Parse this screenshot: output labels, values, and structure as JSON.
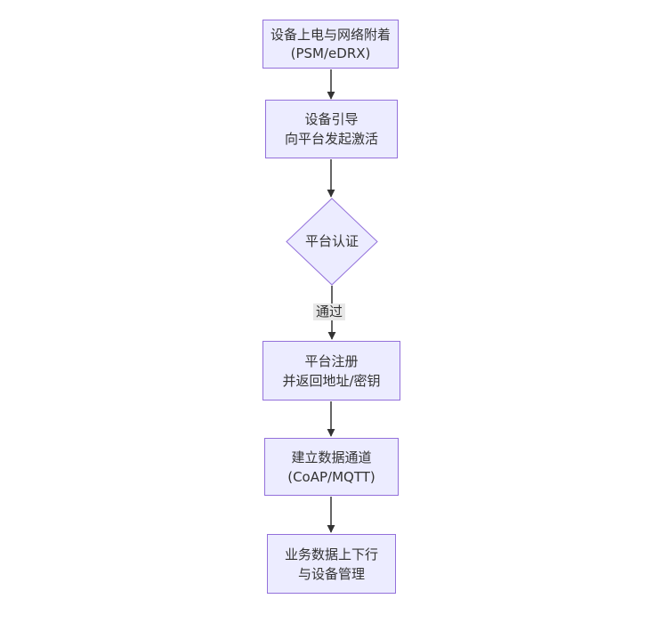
{
  "diagram": {
    "type": "flowchart",
    "direction": "top-down",
    "colors": {
      "background": "#ffffff",
      "node_fill": "#ECECFF",
      "node_border": "#9370DB",
      "text": "#333333",
      "arrow": "#333333",
      "edge_label_background": "#e8e8e8"
    },
    "nodes": [
      {
        "id": "power-attach",
        "shape": "rect",
        "lines": [
          "设备上电与网络附着",
          "(PSM/eDRX)"
        ]
      },
      {
        "id": "bootstrap-activate",
        "shape": "rect",
        "lines": [
          "设备引导",
          "向平台发起激活"
        ]
      },
      {
        "id": "platform-auth",
        "shape": "diamond",
        "lines": [
          "平台认证"
        ]
      },
      {
        "id": "platform-register",
        "shape": "rect",
        "lines": [
          "平台注册",
          "并返回地址/密钥"
        ]
      },
      {
        "id": "data-channel",
        "shape": "rect",
        "lines": [
          "建立数据通道",
          "(CoAP/MQTT)"
        ]
      },
      {
        "id": "business-data",
        "shape": "rect",
        "lines": [
          "业务数据上下行",
          "与设备管理"
        ]
      }
    ],
    "edges": [
      {
        "from": "power-attach",
        "to": "bootstrap-activate",
        "label": ""
      },
      {
        "from": "bootstrap-activate",
        "to": "platform-auth",
        "label": ""
      },
      {
        "from": "platform-auth",
        "to": "platform-register",
        "label": "通过"
      },
      {
        "from": "platform-register",
        "to": "data-channel",
        "label": ""
      },
      {
        "from": "data-channel",
        "to": "business-data",
        "label": ""
      }
    ]
  }
}
